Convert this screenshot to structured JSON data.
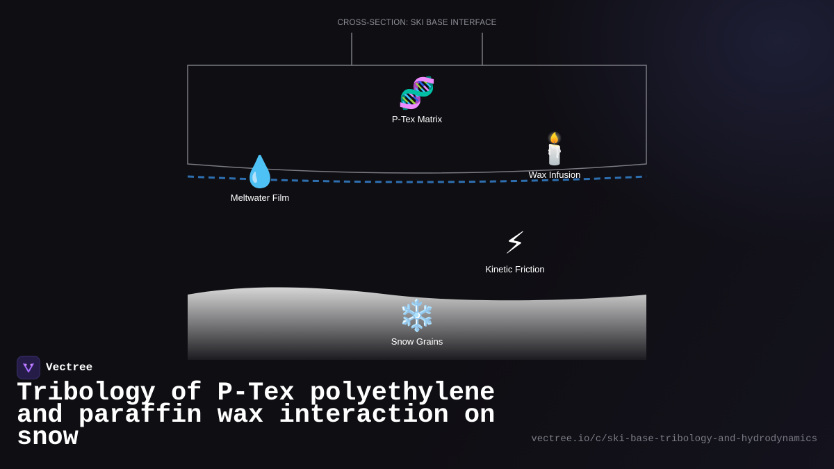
{
  "diagram": {
    "section_title": "CROSS-SECTION: SKI BASE INTERFACE",
    "nodes": {
      "ptex": {
        "icon": "dna-icon",
        "glyph": "🧬",
        "label": "P-Tex Matrix"
      },
      "wax": {
        "icon": "candle-icon",
        "glyph": "🕯️",
        "label": "Wax Infusion"
      },
      "meltwater": {
        "icon": "droplet-icon",
        "glyph": "💧",
        "label": "Meltwater Film"
      },
      "friction": {
        "icon": "lightning-icon",
        "glyph": "⚡",
        "label": "Kinetic Friction"
      },
      "snow": {
        "icon": "snowflake-icon",
        "glyph": "❄️",
        "label": "Snow Grains"
      }
    },
    "colors": {
      "water_line": "#2e6fb0",
      "base_outline": "#7a7a82",
      "snow_top": "#d6d6d6",
      "snow_bottom": "#1c1c20"
    }
  },
  "brand": {
    "name": "Vectree",
    "icon": "vectree-logo-icon"
  },
  "headline": "Tribology of P-Tex polyethylene and paraffin wax interaction on snow",
  "url": "vectree.io/c/ski-base-tribology-and-hydrodynamics"
}
